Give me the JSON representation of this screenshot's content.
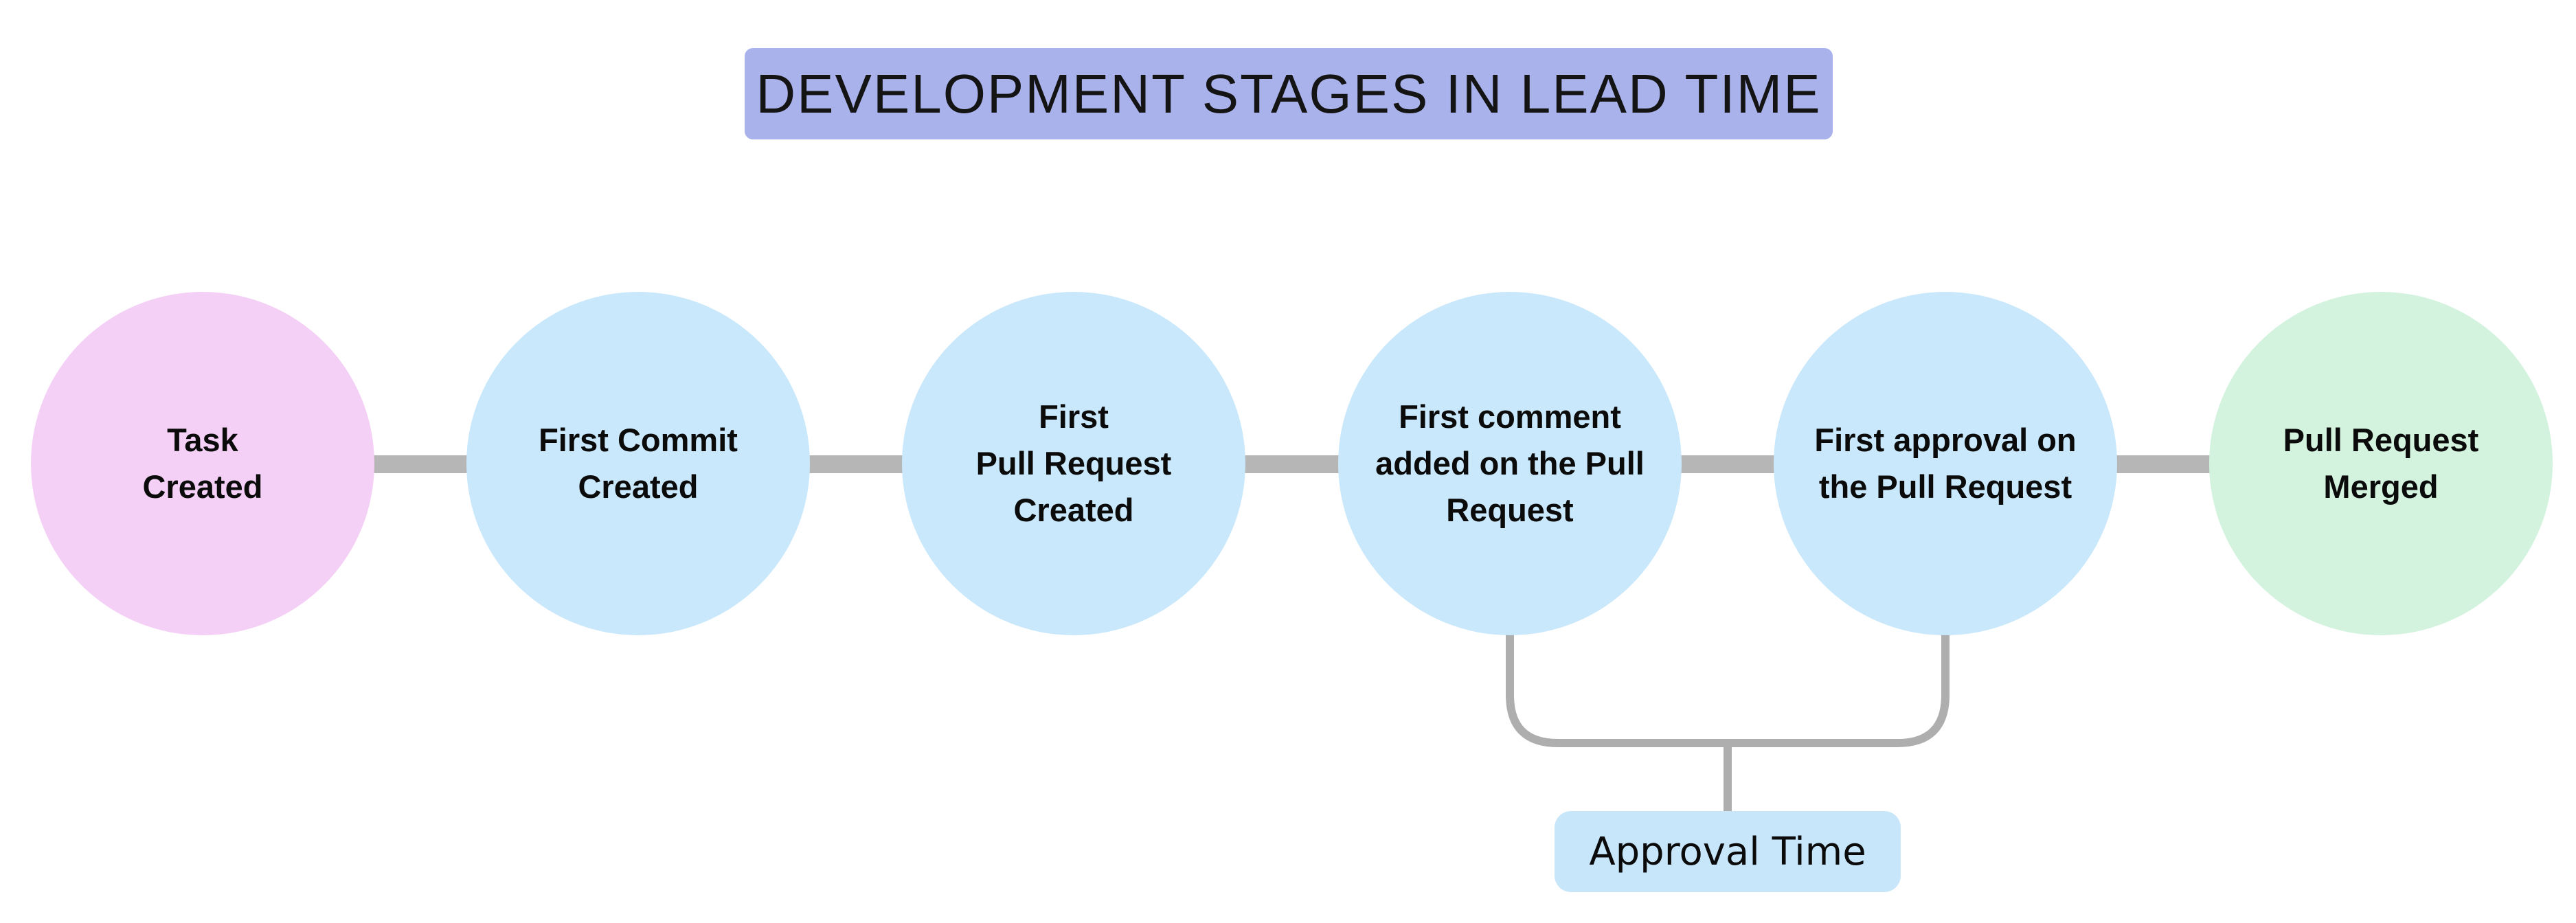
{
  "title": {
    "text": "DEVELOPMENT STAGES IN LEAD TIME",
    "bg_color": "#a9b2eb",
    "text_color": "#141414"
  },
  "stages": [
    {
      "label": "Task\nCreated",
      "fill": "#f5d0f6",
      "role": "start"
    },
    {
      "label": "First Commit\nCreated",
      "fill": "#c9e8fb",
      "role": "stage"
    },
    {
      "label": "First\nPull Request\nCreated",
      "fill": "#c9e8fb",
      "role": "stage"
    },
    {
      "label": "First comment\nadded on the Pull\nRequest",
      "fill": "#c9e8fb",
      "role": "stage"
    },
    {
      "label": "First approval on\nthe Pull Request",
      "fill": "#c9e8fb",
      "role": "stage"
    },
    {
      "label": "Pull Request\nMerged",
      "fill": "#d3f3df",
      "role": "end"
    }
  ],
  "connectors": {
    "color": "#b6b6b6"
  },
  "bracket": {
    "color": "#aeaeae",
    "label": "Approval Time",
    "label_bg": "#c7e6fa",
    "from_stage_index": 3,
    "to_stage_index": 4
  }
}
